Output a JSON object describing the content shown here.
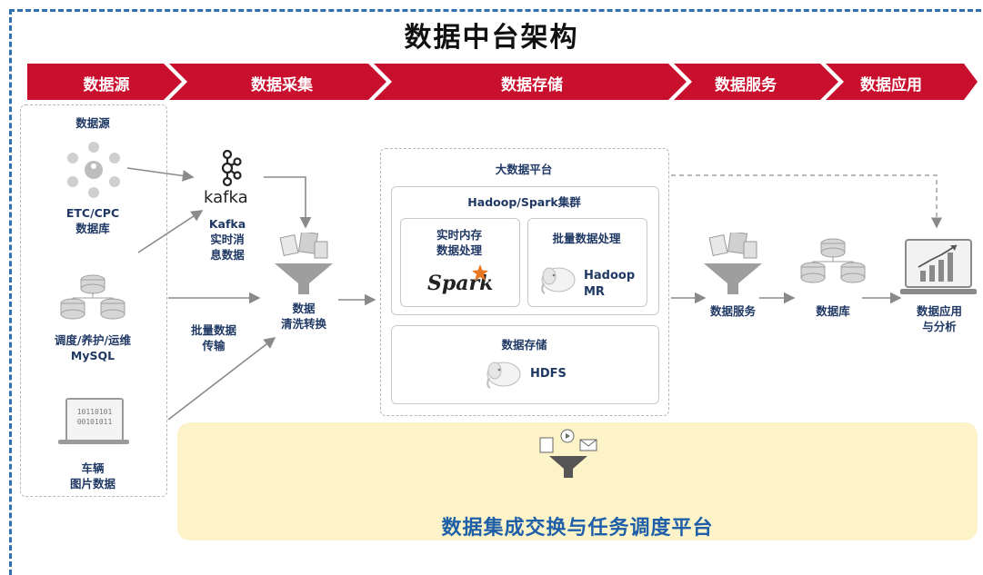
{
  "title": "数据中台架构",
  "stages": [
    "数据源",
    "数据采集",
    "数据存储",
    "数据服务",
    "数据应用"
  ],
  "source_panel": {
    "heading": "数据源",
    "etc_label_1": "ETC/CPC",
    "etc_label_2": "数据库",
    "mysql_label_1": "调度/养护/运维",
    "mysql_label_2": "MySQL",
    "vehicle_label_1": "车辆",
    "vehicle_label_2": "图片数据",
    "laptop_line_1": "10110101",
    "laptop_line_2": "00101011"
  },
  "collect": {
    "kafka_word": "kafka",
    "kafka_label_1": "Kafka",
    "kafka_label_2": "实时消",
    "kafka_label_3": "息数据",
    "batch_label_1": "批量数据",
    "batch_label_2": "传输",
    "clean_label_1": "数据",
    "clean_label_2": "清洗转换"
  },
  "storage": {
    "platform_title": "大数据平台",
    "cluster_title": "Hadoop/Spark集群",
    "realtime_1": "实时内存",
    "realtime_2": "数据处理",
    "spark_word": "Spark",
    "batch_title": "批量数据处理",
    "hadoop_1": "Hadoop",
    "hadoop_2": "MR",
    "store_title": "数据存储",
    "hdfs": "HDFS"
  },
  "service": {
    "service_label": "数据服务",
    "db_label": "数据库",
    "app_1": "数据应用",
    "app_2": "与分析"
  },
  "bottom": {
    "title": "数据集成交换与任务调度平台"
  },
  "colors": {
    "banner_red": "#c8102e",
    "frame_blue": "#2f6fb3",
    "text_navy": "#1f3864",
    "band_yellow": "#fdf3c8"
  }
}
